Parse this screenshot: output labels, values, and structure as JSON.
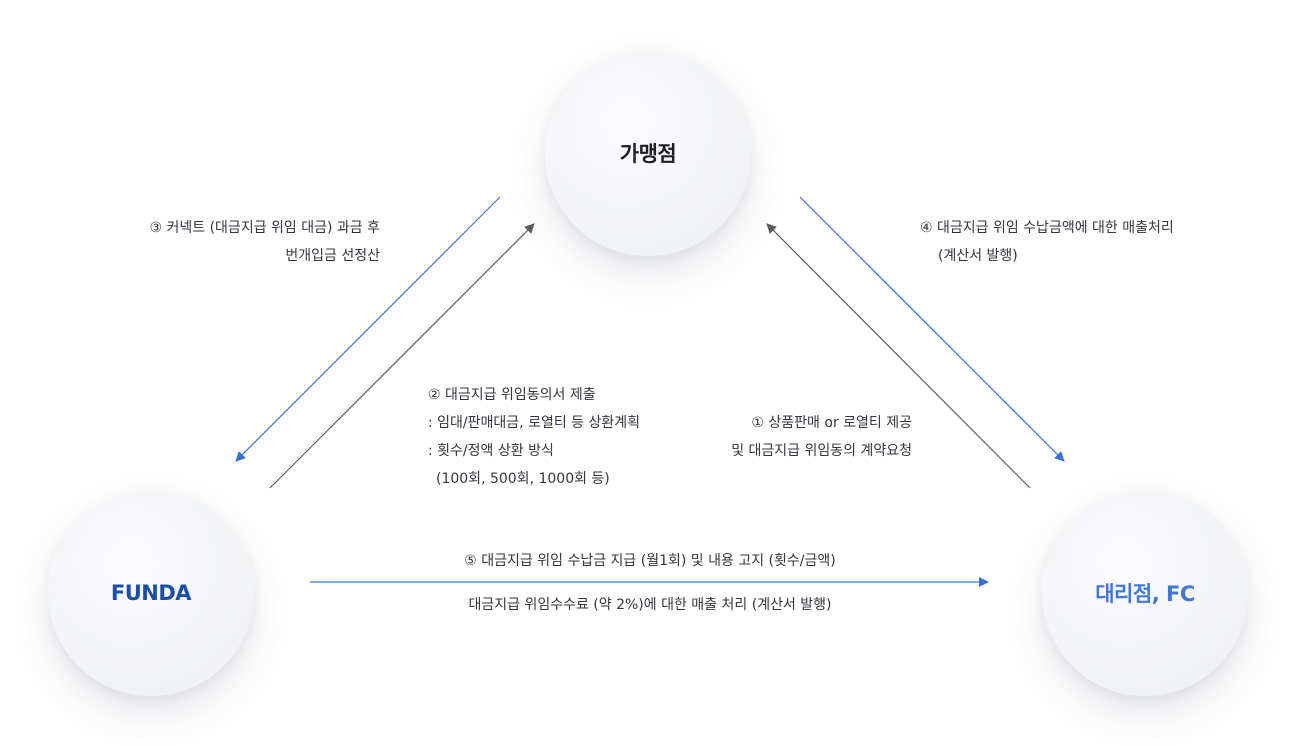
{
  "nodes": {
    "top": "가맹점",
    "left": "FUNDA",
    "right": "대리점, FC"
  },
  "labels": {
    "step3": [
      "③ 커넥트 (대금지급 위임 대금) 과금 후",
      "번개입금 선정산"
    ],
    "step4": [
      "④ 대금지급 위임 수납금액에 대한 매출처리",
      "(계산서 발행)"
    ],
    "step2": [
      "② 대금지급 위임동의서 제출",
      ": 임대/판매대금, 로열티 등 상환계획",
      ": 횟수/정액 상환 방식",
      "(100회, 500회, 1000회 등)"
    ],
    "step1": [
      "① 상품판매 or 로열티 제공",
      "및 대금지급 위임동의 계약요청"
    ],
    "step5": [
      "⑤ 대금지급 위임 수납금 지급 (월1회) 및 내용 고지 (횟수/금액)",
      "대금지급 위임수수료 (약 2%)에 대한 매출 처리 (계산서 발행)"
    ]
  },
  "colors": {
    "blue_arrow": "#3a6fd8",
    "gray_arrow": "#5a5d63",
    "funda_text": "#1a4ea8",
    "agency_text": "#3f77d9",
    "node_text": "#1d1f24",
    "label_text": "#33363c"
  }
}
